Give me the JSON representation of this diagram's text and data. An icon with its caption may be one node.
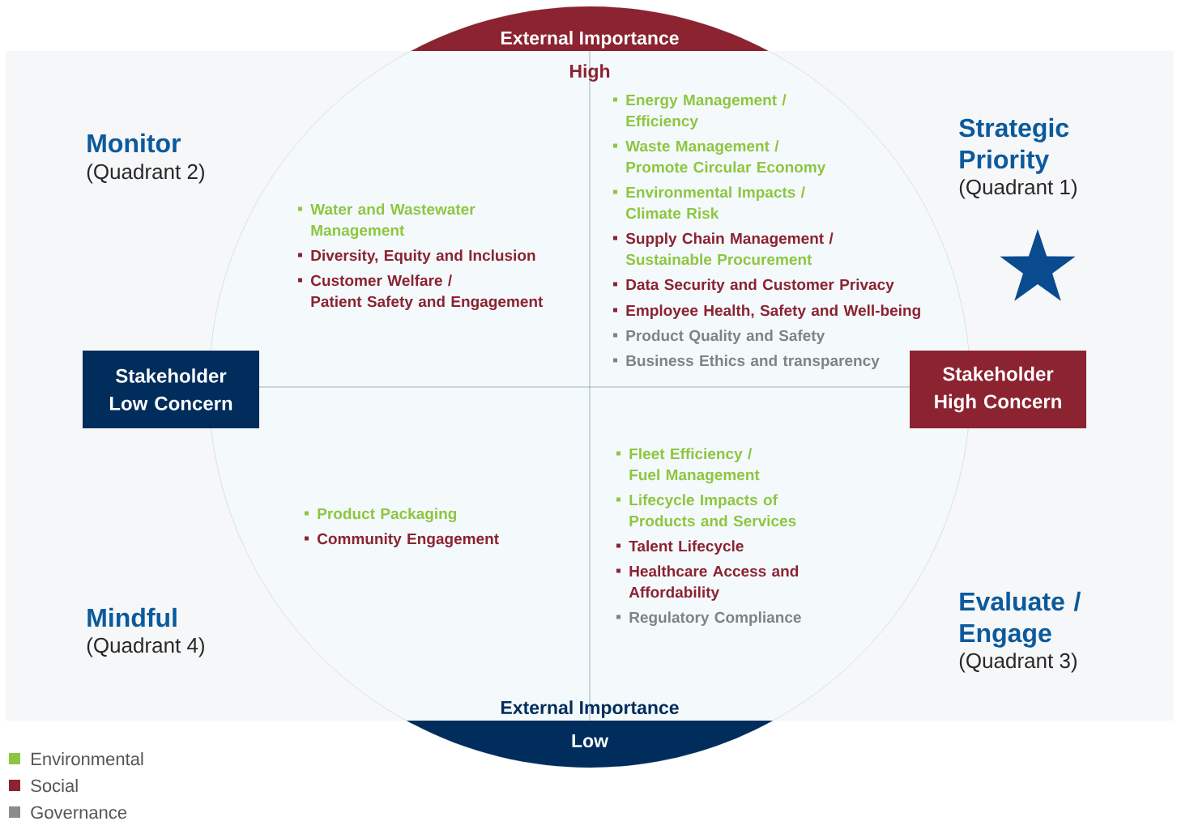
{
  "diagram": {
    "nodes": [
      {
        "text": [
          "External Importance",
          "High"
        ]
      },
      {
        "text": [
          "Stakeholder Low Concern"
        ]
      },
      {
        "text": [
          "Stakeholder High Concern"
        ]
      },
      {
        "text": [
          "External Importance",
          "Low"
        ]
      }
    ],
    "labels": [
      "Monitor",
      "(Quadrant 2)",
      "Strategic Priority",
      "(Quadrant 1)",
      "Energy Management / Efficiency",
      "Waste Management / Promote Circular Economy",
      "Environmental Impacts / Climate Risk",
      "Supply Chain Management /",
      "Sustainable Procurement",
      "Data Security and Customer Privacy",
      "Employee Health, Safety and Well-being",
      "Product Quality and Safety",
      "Business Ethics and transparency",
      "Water and Wastewater Management",
      "Diversity, Equity and Inclusion",
      "Customer Welfare / Patient Safety and Engagement",
      "Product Packaging",
      "Community Engagement",
      "Fleet Efficiency / Fuel Management",
      "Lifecycle Impacts of Products and Services",
      "Talent Lifecycle",
      "Healthcare Access and Affordability",
      "Regulatory Compliance",
      "Mindful",
      "(Quadrant 4)",
      "Evaluate / Engage",
      "(Quadrant 3)"
    ],
    "legend": [
      {
        "text": "Environmental",
        "color": "#8dc63f"
      },
      {
        "text": "Social",
        "color": "#8b2331"
      },
      {
        "text": "Governance",
        "color": "#8a8c8e"
      }
    ]
  }
}
